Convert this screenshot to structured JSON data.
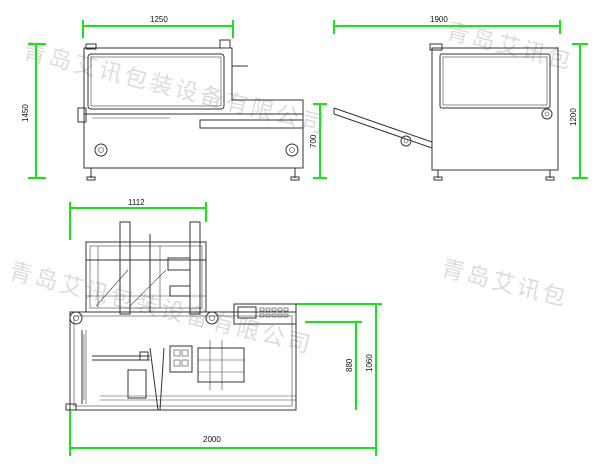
{
  "watermark": {
    "company": "青岛艾讯包装设备有限公司",
    "company_short": "青岛艾讯包"
  },
  "front_view": {
    "width_label": "1250",
    "height_label": "1450",
    "conveyor_height_label": "700"
  },
  "side_view": {
    "width_label": "1900",
    "height_label": "1200"
  },
  "top_view": {
    "upper_width_label": "1112",
    "total_width_label": "2000",
    "height_inner_label": "880",
    "height_outer_label": "1060"
  },
  "colors": {
    "dimension_line": "#18e418",
    "drawing_line": "#333333",
    "watermark": "#d9d9d9"
  }
}
